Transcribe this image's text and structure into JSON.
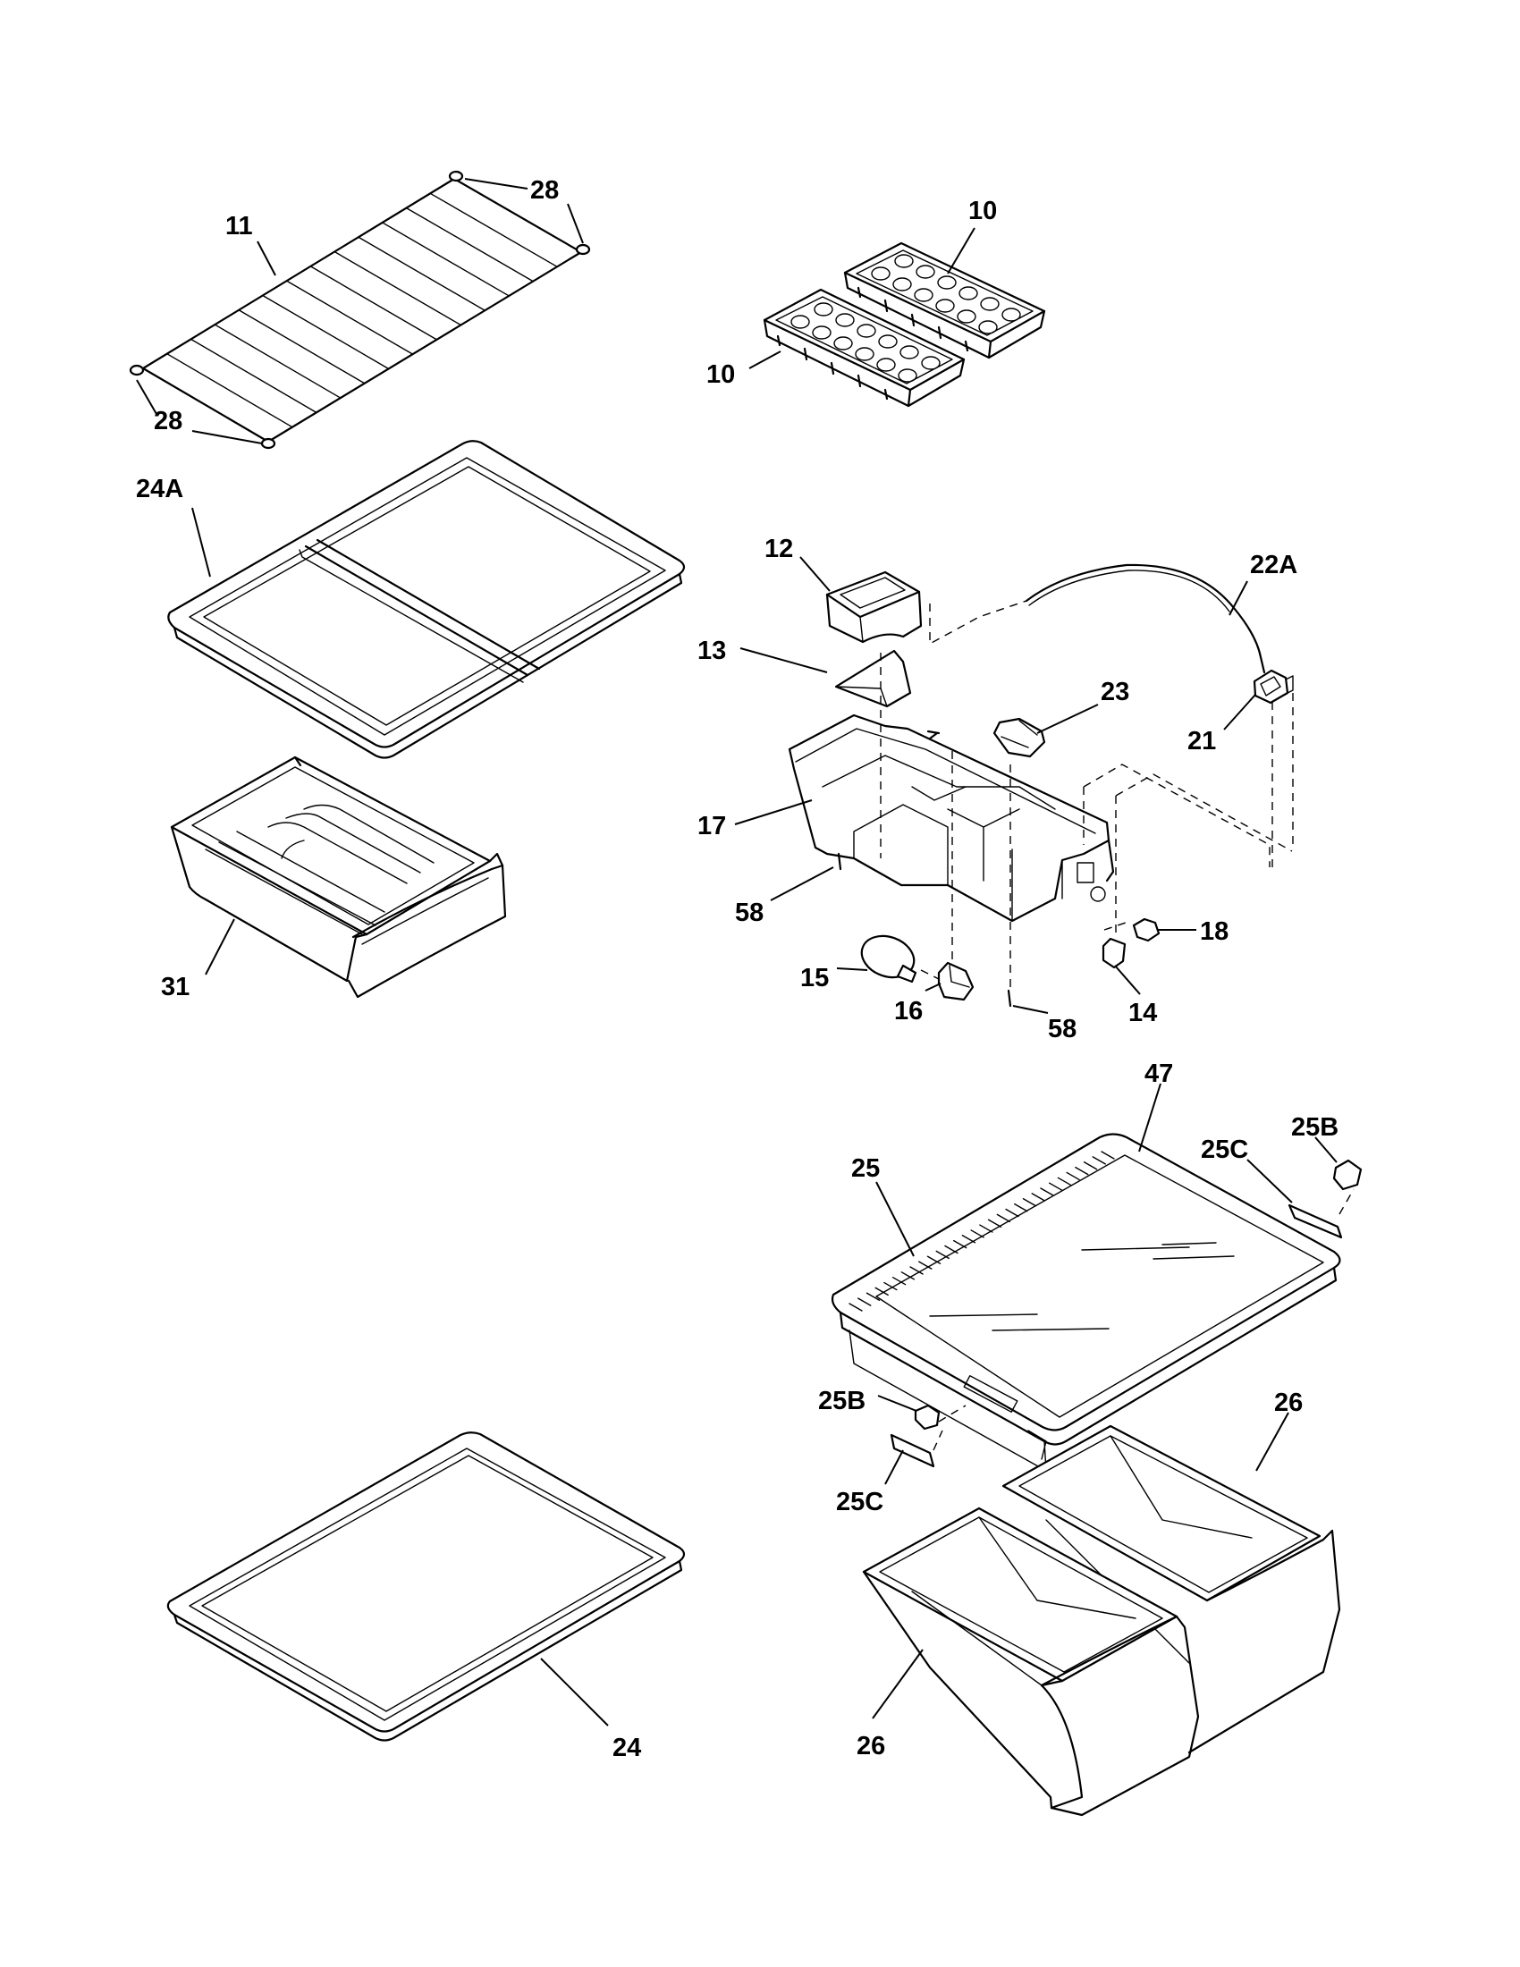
{
  "callouts": [
    {
      "id": "c-28-top",
      "text": "28"
    },
    {
      "id": "c-11",
      "text": "11"
    },
    {
      "id": "c-28-bottom",
      "text": "28"
    },
    {
      "id": "c-10-top",
      "text": "10"
    },
    {
      "id": "c-10-left",
      "text": "10"
    },
    {
      "id": "c-24a",
      "text": "24A"
    },
    {
      "id": "c-12",
      "text": "12"
    },
    {
      "id": "c-22a",
      "text": "22A"
    },
    {
      "id": "c-13",
      "text": "13"
    },
    {
      "id": "c-23",
      "text": "23"
    },
    {
      "id": "c-21",
      "text": "21"
    },
    {
      "id": "c-17",
      "text": "17"
    },
    {
      "id": "c-58-left",
      "text": "58"
    },
    {
      "id": "c-18",
      "text": "18"
    },
    {
      "id": "c-15",
      "text": "15"
    },
    {
      "id": "c-16",
      "text": "16"
    },
    {
      "id": "c-58-right",
      "text": "58"
    },
    {
      "id": "c-14",
      "text": "14"
    },
    {
      "id": "c-31",
      "text": "31"
    },
    {
      "id": "c-47",
      "text": "47"
    },
    {
      "id": "c-25b-top",
      "text": "25B"
    },
    {
      "id": "c-25c-top",
      "text": "25C"
    },
    {
      "id": "c-25",
      "text": "25"
    },
    {
      "id": "c-25b-bottom",
      "text": "25B"
    },
    {
      "id": "c-26-top",
      "text": "26"
    },
    {
      "id": "c-25c-bottom",
      "text": "25C"
    },
    {
      "id": "c-24",
      "text": "24"
    },
    {
      "id": "c-26-bottom",
      "text": "26"
    }
  ]
}
